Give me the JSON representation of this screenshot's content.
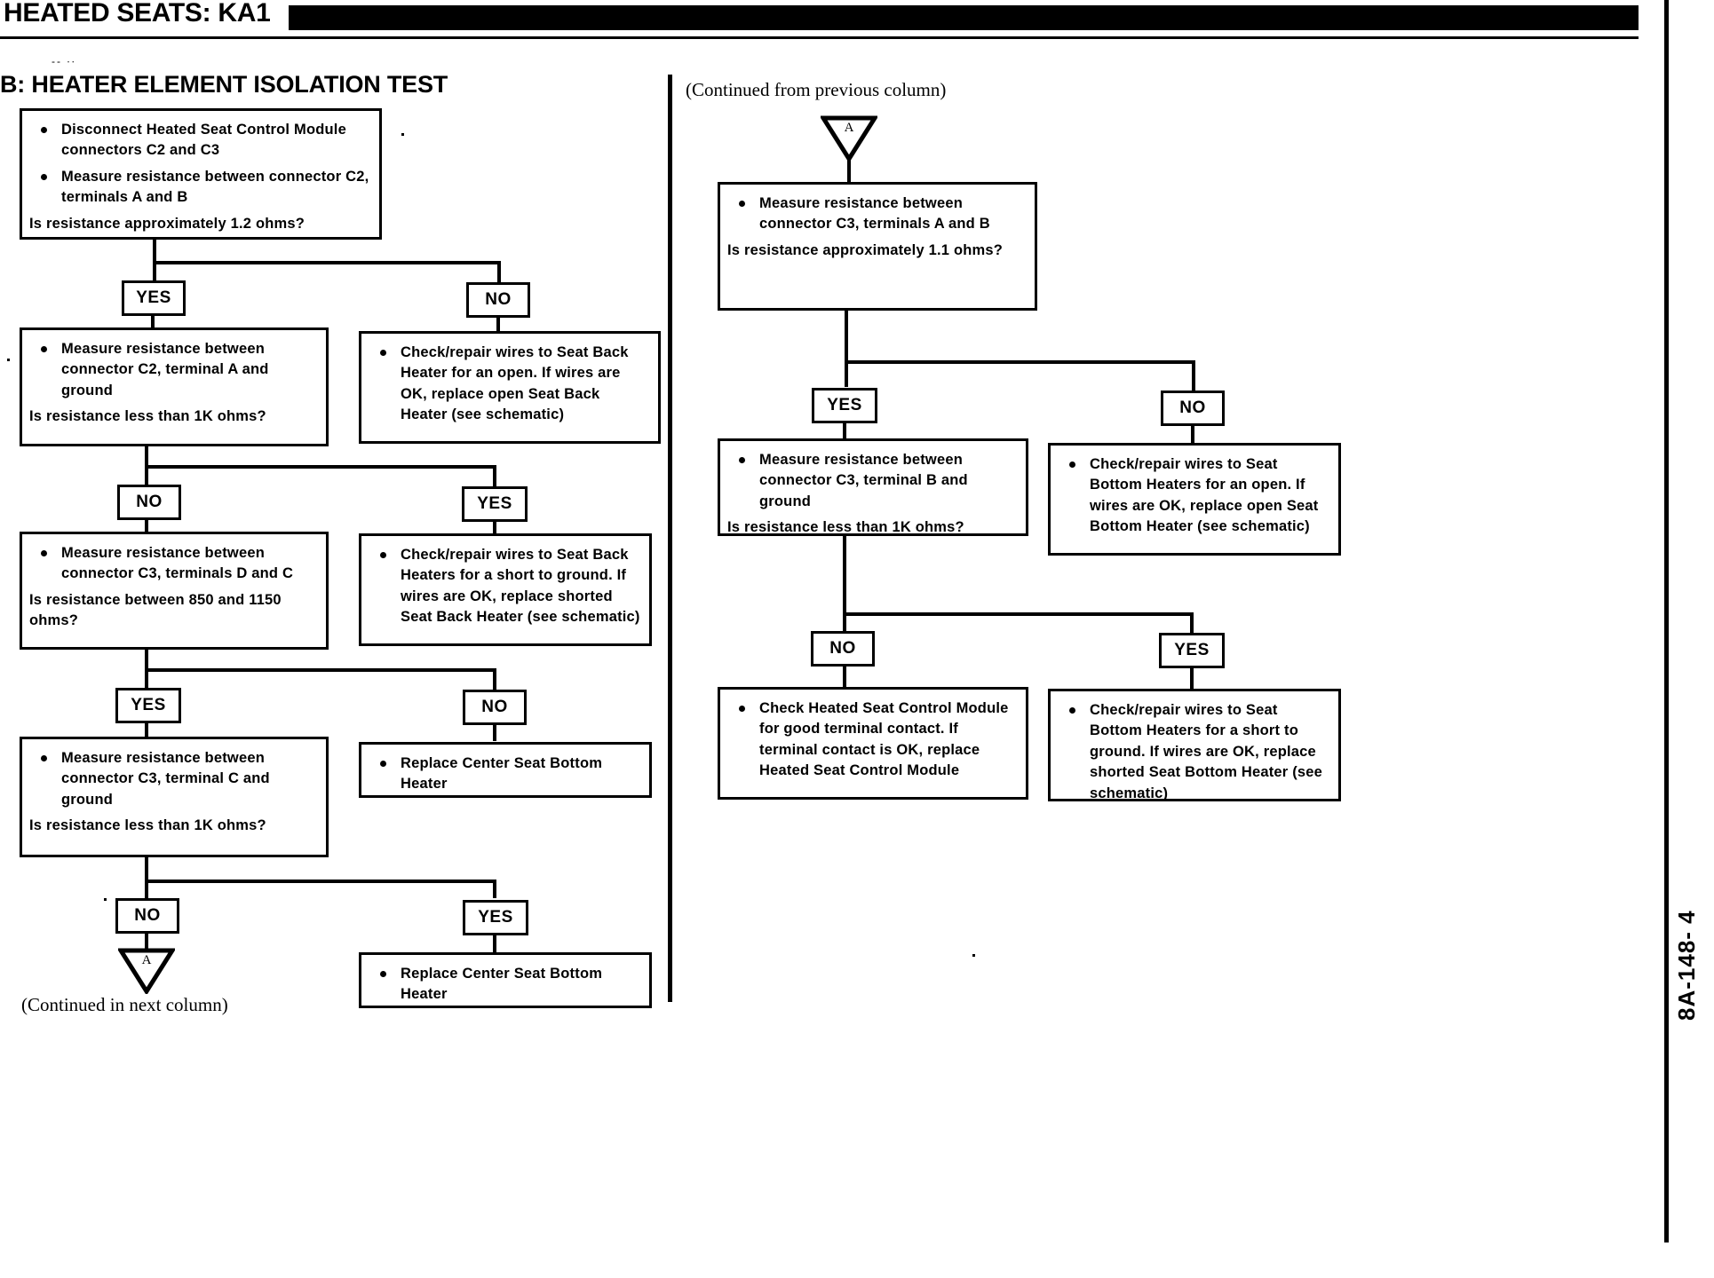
{
  "header": {
    "title": "HEATED SEATS: KA1",
    "bar": "black-redaction-bar"
  },
  "section": {
    "title": "B: HEATER ELEMENT ISOLATION TEST"
  },
  "page_number": "8A-148- 4",
  "labels": {
    "yes": "YES",
    "no": "NO",
    "continued_next": "(Continued in next column)",
    "continued_prev": "(Continued from previous column)",
    "connector_a": "A"
  },
  "left_column": {
    "boxes": [
      {
        "id": "start",
        "bullets": [
          "Disconnect Heated Seat Control Module connectors C2 and C3",
          "Measure resistance between connector C2, terminals A and B"
        ],
        "question": "Is resistance approximately 1.2 ohms?"
      },
      {
        "id": "c2-a-ground",
        "bullets": [
          "Measure resistance between connector C2, terminal A and ground"
        ],
        "question": "Is resistance less than 1K ohms?"
      },
      {
        "id": "seat-back-open",
        "bullets": [
          "Check/repair wires to Seat Back Heater for an open. If wires are OK, replace open Seat Back Heater (see schematic)"
        ],
        "question": ""
      },
      {
        "id": "c3-d-c",
        "bullets": [
          "Measure resistance between connector C3, terminals D and C"
        ],
        "question": "Is resistance between 850 and 1150 ohms?"
      },
      {
        "id": "seat-back-short",
        "bullets": [
          "Check/repair wires to Seat Back Heaters for a short to ground. If wires are OK, replace shorted Seat Back Heater (see schematic)"
        ],
        "question": ""
      },
      {
        "id": "c3-c-ground",
        "bullets": [
          "Measure resistance between connector C3, terminal C and ground"
        ],
        "question": "Is resistance less than 1K ohms?"
      },
      {
        "id": "replace-center-1",
        "bullets": [
          "Replace Center Seat Bottom Heater"
        ],
        "question": ""
      },
      {
        "id": "replace-center-2",
        "bullets": [
          "Replace Center Seat Bottom Heater"
        ],
        "question": ""
      }
    ]
  },
  "right_column": {
    "boxes": [
      {
        "id": "c3-a-b",
        "bullets": [
          "Measure resistance between connector C3, terminals A and B"
        ],
        "question": "Is resistance approximately 1.1 ohms?"
      },
      {
        "id": "c3-b-ground",
        "bullets": [
          "Measure resistance between connector C3, terminal B and ground"
        ],
        "question": "Is resistance less than 1K ohms?"
      },
      {
        "id": "seat-bottom-open",
        "bullets": [
          "Check/repair wires to Seat Bottom Heaters for an open. If wires are OK, replace open Seat Bottom Heater (see schematic)"
        ],
        "question": ""
      },
      {
        "id": "check-module",
        "bullets": [
          "Check Heated Seat Control Module for good terminal contact. If terminal contact is OK, replace Heated Seat Control  Module"
        ],
        "question": ""
      },
      {
        "id": "seat-bottom-short",
        "bullets": [
          "Check/repair wires to Seat Bottom Heaters for a short to ground. If wires are OK, replace shorted Seat Bottom Heater (see schematic)"
        ],
        "question": ""
      }
    ]
  }
}
